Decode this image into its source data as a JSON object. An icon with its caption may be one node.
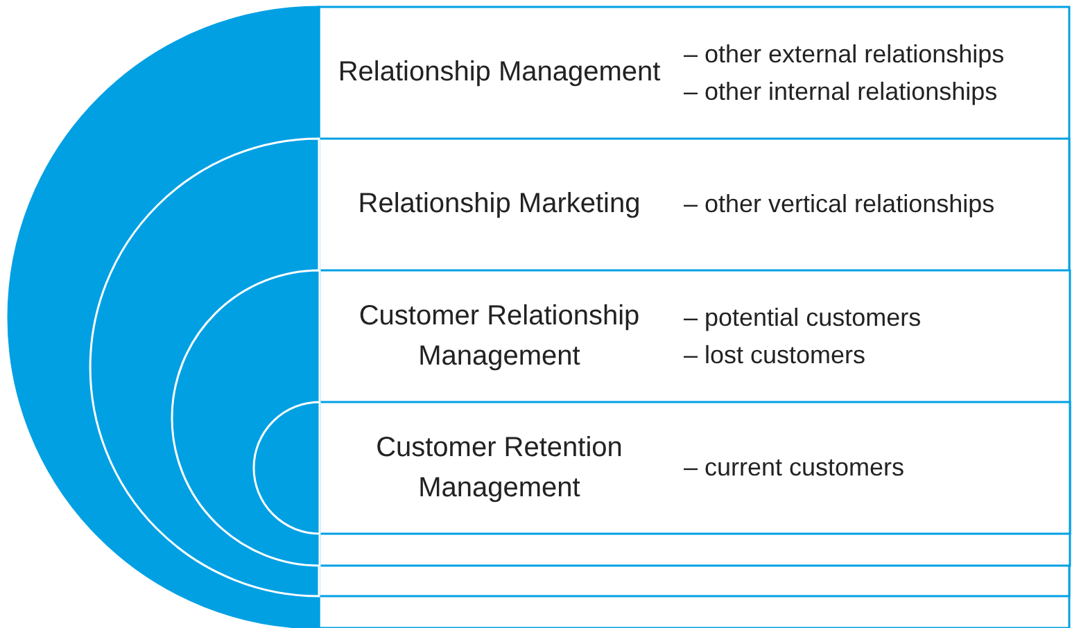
{
  "diagram": {
    "nodes": [
      {
        "text": [
          "Relationship Management",
          "– other external relationships",
          "– other internal relationships"
        ]
      },
      {
        "text": [
          "Relationship Marketing",
          "– other vertical relationships"
        ],
        "in": 0
      },
      {
        "text": [
          "Customer Relationship Management",
          "– potential customers",
          "– lost customers"
        ],
        "in": 1
      },
      {
        "text": [
          "Customer Retention Management",
          "– current customers"
        ],
        "in": 2
      }
    ]
  }
}
